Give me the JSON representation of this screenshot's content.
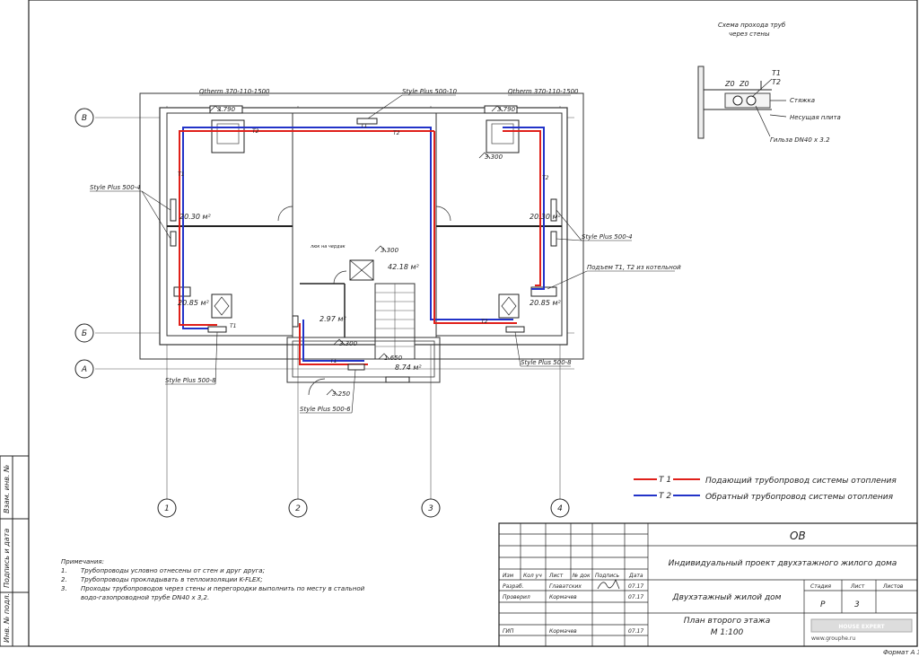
{
  "section": {
    "title": "Схема прохода труб",
    "subtitle": "через стены",
    "labels": {
      "z1": "Z0",
      "z2": "Z0",
      "t1": "T1",
      "t2": "T2",
      "screed": "Стяжка",
      "slab": "Несущая плита",
      "sleeve": "Гильза DN40 x 3.2"
    }
  },
  "axes": {
    "B": "В",
    "Bb": "Б",
    "A": "А",
    "c1": "1",
    "c2": "2",
    "c3": "3",
    "c4": "4"
  },
  "rooms": {
    "r1": "20.30 м²",
    "r2": "20.30 м²",
    "r3": "20.85 м²",
    "r4": "20.85 м²",
    "hall": "42.18 м²",
    "wc": "2.97 м²",
    "stair": "8.74 м²"
  },
  "elevations": {
    "e1": "3.790",
    "e2": "3.790",
    "e3": "3.300",
    "e4": "3.300",
    "e5": "3.300",
    "e6": "1.650",
    "e7": "3.250"
  },
  "equipment": {
    "q1": "Qtherm 370-110-1500",
    "q2": "Qtherm 370-110-1500",
    "s1": "Style Plus 500-10",
    "s2": "Style Plus 500-4",
    "s3": "Style Plus 500-4",
    "s4": "Style Plus 500-8",
    "s5": "Style Plus 500-8",
    "s6": "Style Plus 500-6",
    "riser": "Подъем Т1, Т2 из котельной",
    "hatch": "люк на чердак",
    "pt1": "T1",
    "pt2": "T2",
    "pt3": "T2",
    "pt4": "T1",
    "pt5": "T1",
    "pt6": "T2",
    "pt7": "T2",
    "pt8": "T1"
  },
  "legend": [
    {
      "code": "T 1",
      "text": "Подающий трубопровод системы отопления",
      "color": "#e0201a"
    },
    {
      "code": "T 2",
      "text": "Обратный трубопровод системы отопления",
      "color": "#2233c8"
    }
  ],
  "notes": {
    "title": "Примечания:",
    "items": [
      {
        "n": "1.",
        "text": "Трубопроводы условно отнесены от стен и друг друга;"
      },
      {
        "n": "2.",
        "text": "Трубопроводы прокладывать в теплоизоляции K-FLEX;"
      },
      {
        "n": "3.",
        "text": "Проходы трубопроводов через стены и перегородки выполнить по месту в стальной"
      },
      {
        "n": "",
        "text": "водо-газопроводной трубе DN40 x 3,2."
      }
    ]
  },
  "side": {
    "a": "Взам. инв. №",
    "b": "Подпись и дата",
    "c": "Инв. № подл."
  },
  "stamp": {
    "code": "ОВ",
    "project": "Индивидуальный проект двухэтажного жилого дома",
    "h_izm": "Изм",
    "h_kol": "Кол уч",
    "h_list": "Лист",
    "h_doc": "№ док",
    "h_sign": "Подпись",
    "h_date": "Дата",
    "r1_role": "Разраб.",
    "r1_name": "Главатских",
    "r1_date": "07.17",
    "r2_role": "Проверил",
    "r2_name": "Кормачев",
    "r2_date": "07.17",
    "r3_role": "ГИП",
    "r3_name": "Кормачев",
    "r3_date": "07.17",
    "building": "Двухэтажный жилой дом",
    "h_stage": "Стадия",
    "h_sheet": "Лист",
    "h_sheets": "Листов",
    "stage": "Р",
    "sheet": "3",
    "drawing1": "План второго этажа",
    "drawing2": "М 1:100",
    "logo": "HOUSE EXPERT",
    "site": "www.grouphe.ru"
  },
  "format": "Формат А 3"
}
